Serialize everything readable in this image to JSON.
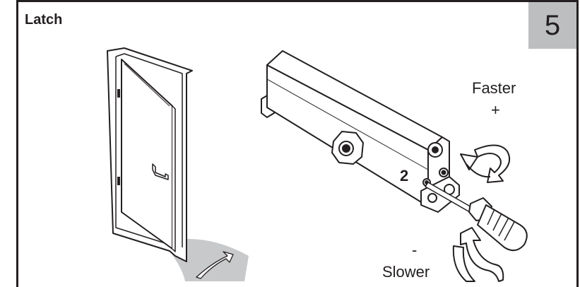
{
  "title": "Latch",
  "step_number": "5",
  "screw_number": "2",
  "labels": {
    "faster": "Faster",
    "plus": "+",
    "minus": "-",
    "slower": "Slower"
  },
  "colors": {
    "line": "#231f20",
    "step_box": "#bcbec0",
    "floor_shadow": "#c8c9cb"
  }
}
